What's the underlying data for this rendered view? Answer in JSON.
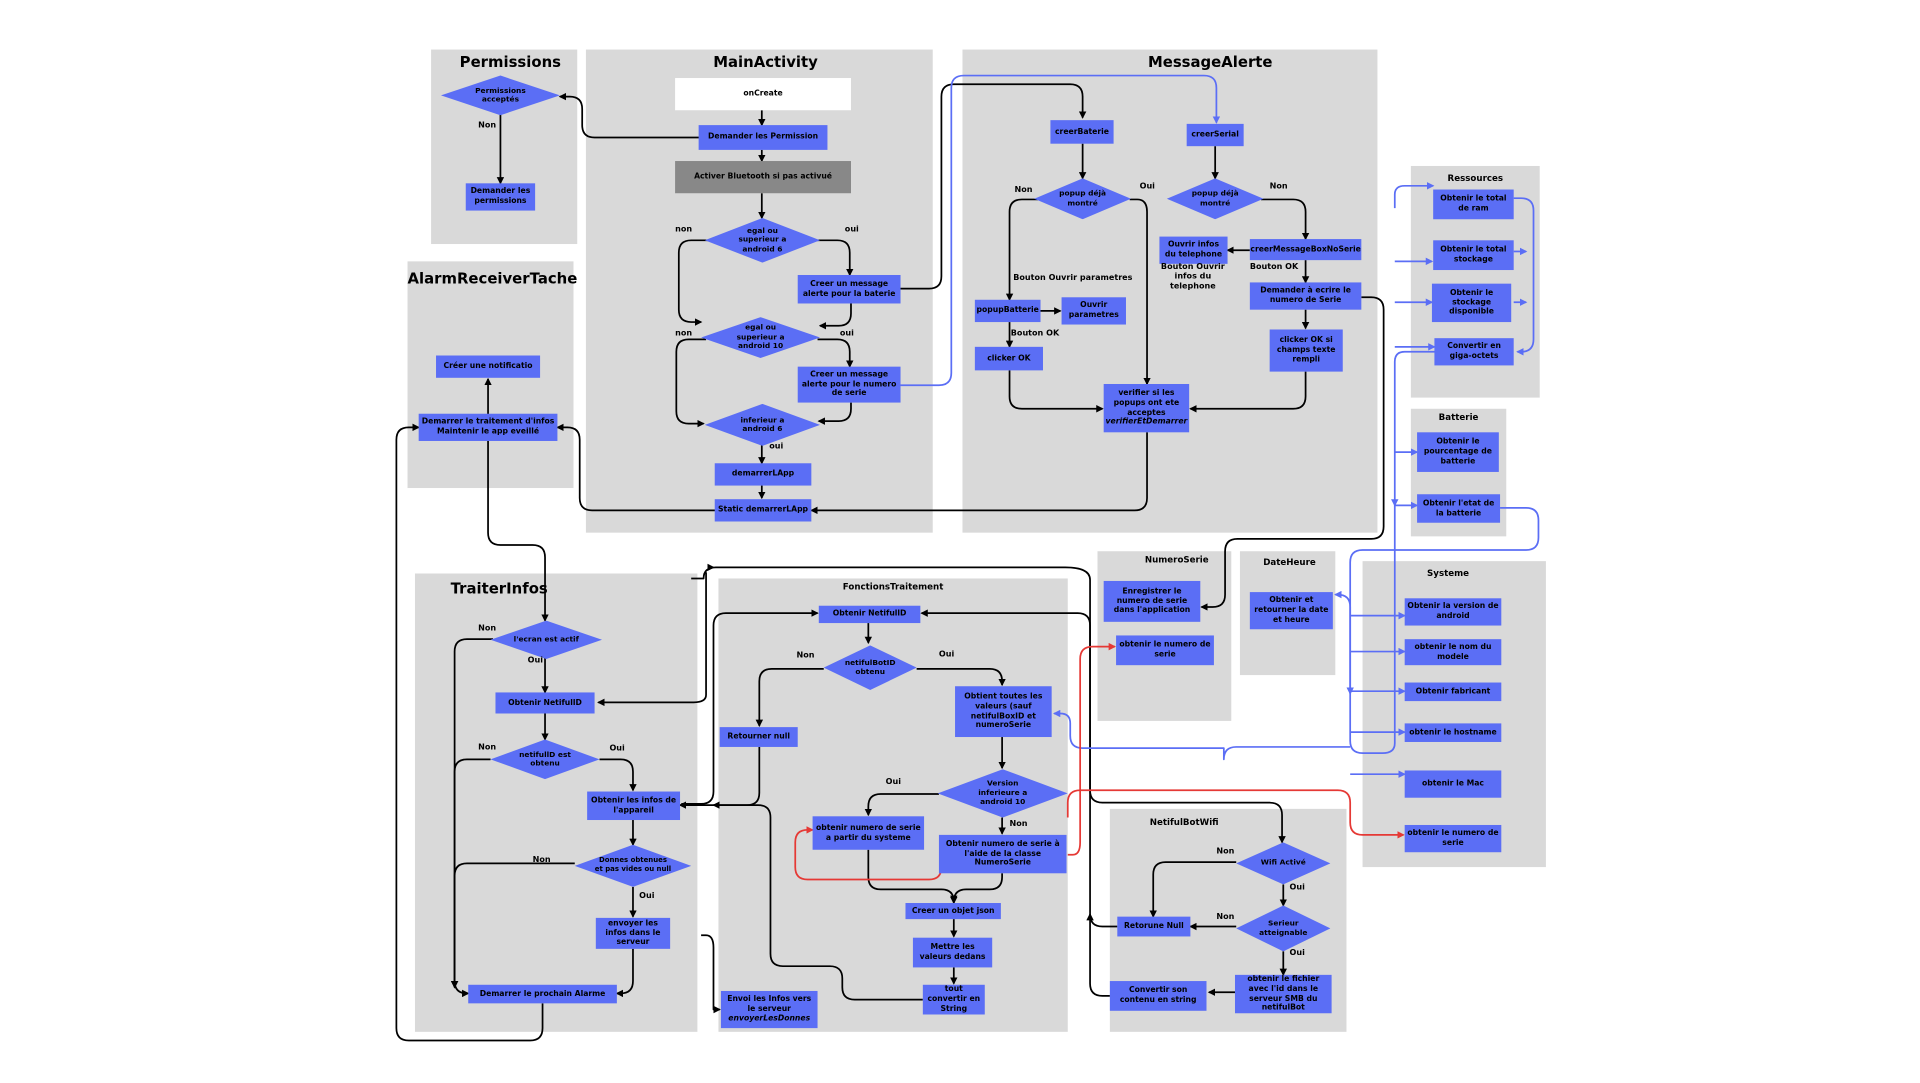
{
  "panels": {
    "permissions": "Permissions",
    "main_activity": "MainActivity",
    "message_alerte": "MessageAlerte",
    "alarm_receiver": "AlarmReceiverTache",
    "traiter_infos": "TraiterInfos",
    "fonctions_traitement": "FonctionsTraitement",
    "numero_serie": "NumeroSerie",
    "date_heure": "DateHeure",
    "netiful_bot_wifi": "NetifulBotWifi",
    "ressources": "Ressources",
    "batterie": "Batterie",
    "systeme": "Systeme"
  },
  "permissions": {
    "accepted": "Permissions acceptés",
    "request": "Demander les permissions",
    "non": "Non"
  },
  "main": {
    "on_create": "onCreate",
    "request_permission": "Demander les Permission",
    "bluetooth": "Activer Bluetooth si pas activué",
    "android6": "egal ou superieur a android 6",
    "msg_battery": "Creer un message alerte pour la baterie",
    "android10": "egal ou superieur a android 10",
    "msg_serial": "Creer un message alerte pour le numero de serie",
    "below6": "inferieur a android 6",
    "demarrer": "demarrerLApp",
    "static_demarrer": "Static demarrerLApp",
    "non1": "non",
    "oui1": "oui",
    "non2": "non",
    "oui2": "oui",
    "oui3": "oui"
  },
  "alerte": {
    "creer_baterie": "creerBaterie",
    "creer_serial": "creerSerial",
    "popup1": "popup déjà montré",
    "popup2": "popup déjà montré",
    "non1": "Non",
    "oui1": "Oui",
    "non2": "Non",
    "ouvrir_infos": "Ouvrir infos du telephone",
    "creer_msgbox": "creerMessageBoxNoSerie",
    "bouton_ok_right": "Bouton OK",
    "bouton_ouvrir_infos": "Bouton Ouvrir infos du telephone",
    "bouton_ouvrir_params": "Bouton Ouvrir parametres",
    "popup_batterie": "popupBatterie",
    "ouvrir_params": "Ouvrir parametres",
    "bouton_ok_left": "Bouton OK",
    "clicker_ok": "clicker OK",
    "demander_serie": "Demander à ecrire le numero de Serie",
    "clicker_ok_champs": "clicker OK si champs texte rempli",
    "verifier": "verifier si les popups ont ete acceptes",
    "verifier_fn": "verifierEtDemarrer"
  },
  "alarm": {
    "notification": "Créer une notificatio",
    "demarrer_line1": "Demarrer le traitement d'infos",
    "demarrer_line2": "Maintenir le app eveillé"
  },
  "traiter": {
    "ecran": "l'ecran est actif",
    "non1": "Non",
    "oui1": "Oui",
    "obtenir_id": "Obtenir NetifullD",
    "id_obtenu": "netifullD est obtenu",
    "non2": "Non",
    "oui2": "Oui",
    "obtenir_infos": "Obtenir les infos de l'appareil",
    "donnees": "Donnes obtenues et pas vides ou null",
    "non3": "Non",
    "oui3": "Oui",
    "envoyer": "envoyer les infos dans le serveur",
    "prochain": "Demarrer le prochain Alarme"
  },
  "fonctions": {
    "obtenir_id": "Obtenir NetifullD",
    "botid": "netifulBotID obtenu",
    "non1": "Non",
    "oui1": "Oui",
    "retourner_null": "Retourner null",
    "toutes_valeurs": "Obtient toutes les valeurs (sauf netifulBoxID et numeroSerie",
    "version": "Version inferieure a android 10",
    "oui2": "Oui",
    "non2": "Non",
    "serie_systeme": "obtenir numero de serie a partir du systeme",
    "serie_classe": "Obtenir numero de serie à l'aide de la classe NumeroSerie",
    "json": "Creer un objet json",
    "valeurs": "Mettre les valeurs dedans",
    "convertir": "tout convertir en String",
    "envoi_line": "Envoi les Infos vers le serveur",
    "envoi_fn": "envoyerLesDonnes"
  },
  "numero_serie": {
    "enregistrer": "Enregistrer le numero de serie dans l'application",
    "obtenir": "obtenir le numero de serie"
  },
  "date_heure": {
    "obtenir": "Obtenir et retourner la date et heure"
  },
  "wifi": {
    "wifi_active": "Wifi Activé",
    "non1": "Non",
    "oui1": "Oui",
    "serveur": "Serieur atteignable",
    "non2": "Non",
    "oui2": "Oui",
    "retourne_null": "Retorune Null",
    "fichier": "obtenir le fichier avec l'id dans le serveur SMB du netifulBot",
    "convertir": "Convertir son contenu en string"
  },
  "ressources": {
    "ram": "Obtenir le total de ram",
    "stockage": "Obtenir le total stockage",
    "disponible": "Obtenir le stockage disponible",
    "giga": "Convertir en giga-octets"
  },
  "batterie": {
    "pourcentage": "Obtenir le pourcentage de batterie",
    "etat": "Obtenir l'etat de la batterie"
  },
  "systeme": {
    "version": "Obtenir la version de android",
    "modele": "obtenir le nom du modele",
    "fabricant": "Obtenir fabricant",
    "hostname": "obtenir le hostname",
    "mac": "obtenir le Mac",
    "serie": "obtenir le numero de serie"
  },
  "colors": {
    "panel": "#d9d9d9",
    "box": "#5b6ef5",
    "arrow_black": "#000000",
    "arrow_blue": "#5b6ef5",
    "arrow_red": "#e53935"
  }
}
